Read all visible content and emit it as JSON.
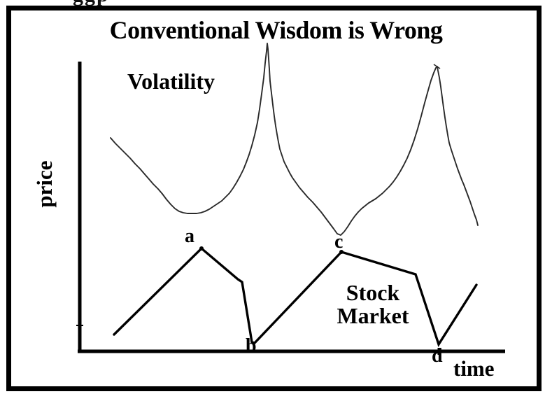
{
  "figure": {
    "title": "Conventional Wisdom is Wrong",
    "clipped_text_above": "ggp",
    "border_color": "#000000",
    "background_color": "#ffffff",
    "ink_color": "#000000"
  },
  "axes": {
    "y_label": "price",
    "x_label": "time"
  },
  "annotations": {
    "volatility_label": "Volatility",
    "stock_label_line1": "Stock",
    "stock_label_line2": "Market",
    "point_a": "a",
    "point_b": "b",
    "point_c": "c",
    "point_d": "d"
  },
  "chart_data": {
    "type": "line",
    "title": "Conventional Wisdom is Wrong",
    "xlabel": "time",
    "ylabel": "price",
    "grid": false,
    "legend": "inline-annotations",
    "axis_ranges": {
      "x": [
        0,
        100
      ],
      "y": [
        0,
        100
      ]
    },
    "annotations": [
      {
        "text": "Volatility",
        "x": 12,
        "y": 88
      },
      {
        "text": "Stock Market",
        "x": 57,
        "y": 24
      },
      {
        "text": "a",
        "x": 29,
        "y": 37
      },
      {
        "text": "b",
        "x": 41,
        "y": 3
      },
      {
        "text": "c",
        "x": 62,
        "y": 35
      },
      {
        "text": "d",
        "x": 85,
        "y": 2
      }
    ],
    "series": [
      {
        "name": "Volatility",
        "description": "Smooth U-shaped curve falling from left, flat trough, rising to a tall sharp spike, decaying, shallow dip at c, then a second tall sharp spike and decay.",
        "x": [
          7,
          10,
          13,
          17,
          20,
          24,
          27,
          31,
          34,
          38,
          41,
          43,
          45,
          46,
          47,
          48,
          49,
          51,
          53,
          56,
          59,
          61,
          63,
          65,
          67,
          69,
          72,
          74,
          76,
          78,
          80,
          82,
          83,
          84,
          85,
          86,
          88,
          90,
          93,
          96,
          100
        ],
        "y": [
          74,
          68,
          61,
          54,
          50,
          48,
          48,
          51,
          56,
          65,
          79,
          91,
          99,
          100,
          92,
          79,
          70,
          63,
          57,
          52,
          49,
          46,
          44,
          43,
          45,
          50,
          57,
          63,
          70,
          78,
          88,
          96,
          100,
          97,
          88,
          78,
          68,
          61,
          55,
          50,
          47
        ]
      },
      {
        "name": "Stock Market",
        "description": "Sawtooth: rises to local peak a, falls to trough b, rises to c, drifts down, drops sharply to trough d, then rebounds.",
        "x": [
          8,
          29,
          36,
          41,
          62,
          81,
          85,
          94
        ],
        "y": [
          6,
          37,
          27,
          3,
          35,
          27,
          2,
          20
        ]
      }
    ]
  }
}
